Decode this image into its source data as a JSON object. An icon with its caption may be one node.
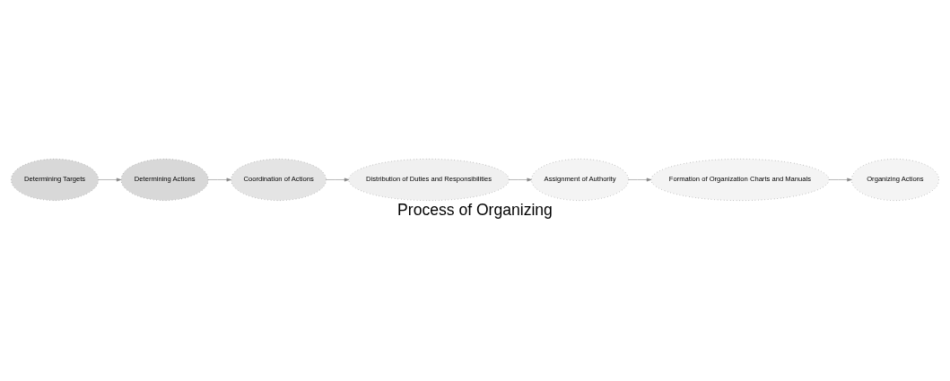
{
  "diagram": {
    "title": "Process of Organizing",
    "nodes": [
      {
        "text": [
          "Determining Targets"
        ]
      },
      {
        "text": [
          "Determining Actions"
        ]
      },
      {
        "text": [
          "Coordination of Actions"
        ]
      },
      {
        "text": [
          "Distribution of Duties and Responsibilities"
        ]
      },
      {
        "text": [
          "Assignment of Authority"
        ]
      },
      {
        "text": [
          "Formation of Organization Charts and Manuals"
        ]
      },
      {
        "text": [
          "Organizing Actions"
        ]
      }
    ],
    "edges": [
      {
        "from": 0,
        "to": 1,
        "arrow": "to"
      },
      {
        "from": 1,
        "to": 2,
        "arrow": "to"
      },
      {
        "from": 2,
        "to": 3,
        "arrow": "to"
      },
      {
        "from": 3,
        "to": 4,
        "arrow": "to"
      },
      {
        "from": 4,
        "to": 5,
        "arrow": "to"
      },
      {
        "from": 5,
        "to": 6,
        "arrow": "to"
      }
    ]
  }
}
